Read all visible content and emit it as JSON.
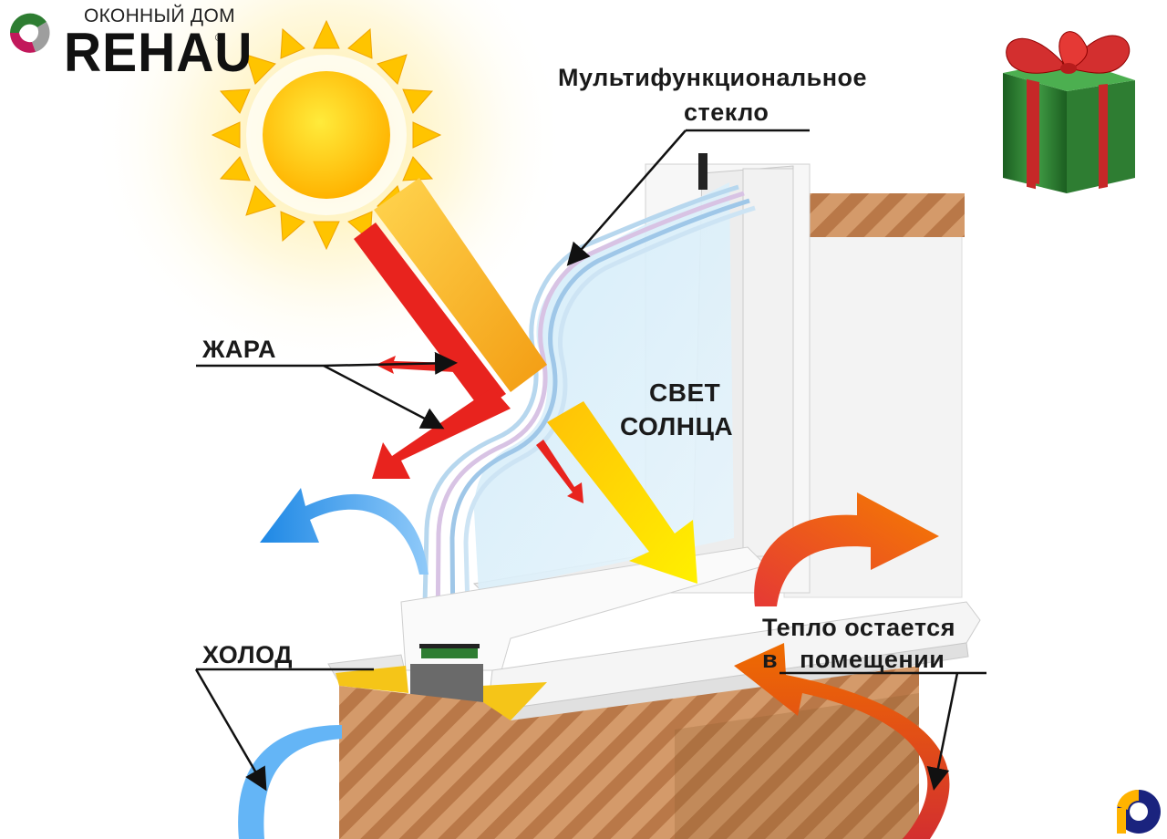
{
  "logo": {
    "tagline": "ОКОННЫЙ ДОМ",
    "brand": "REHAU",
    "reg_mark": "®"
  },
  "labels": {
    "glass_line1": "Мультифункциональное",
    "glass_line2": "стекло",
    "heat": "ЖАРА",
    "light_line1": "СВЕТ",
    "light_line2": "СОЛНЦА",
    "cold": "ХОЛОД",
    "warm_line1": "Тепло остается",
    "warm_line2": "в   помещении"
  },
  "colors": {
    "sun": "#FFC800",
    "heat": "#E8231E",
    "light": "#FFD900",
    "cold": "#4AA8E6",
    "brick": "#C98A5A",
    "gift": "#2E8B2A",
    "ribbon": "#D0201E"
  }
}
